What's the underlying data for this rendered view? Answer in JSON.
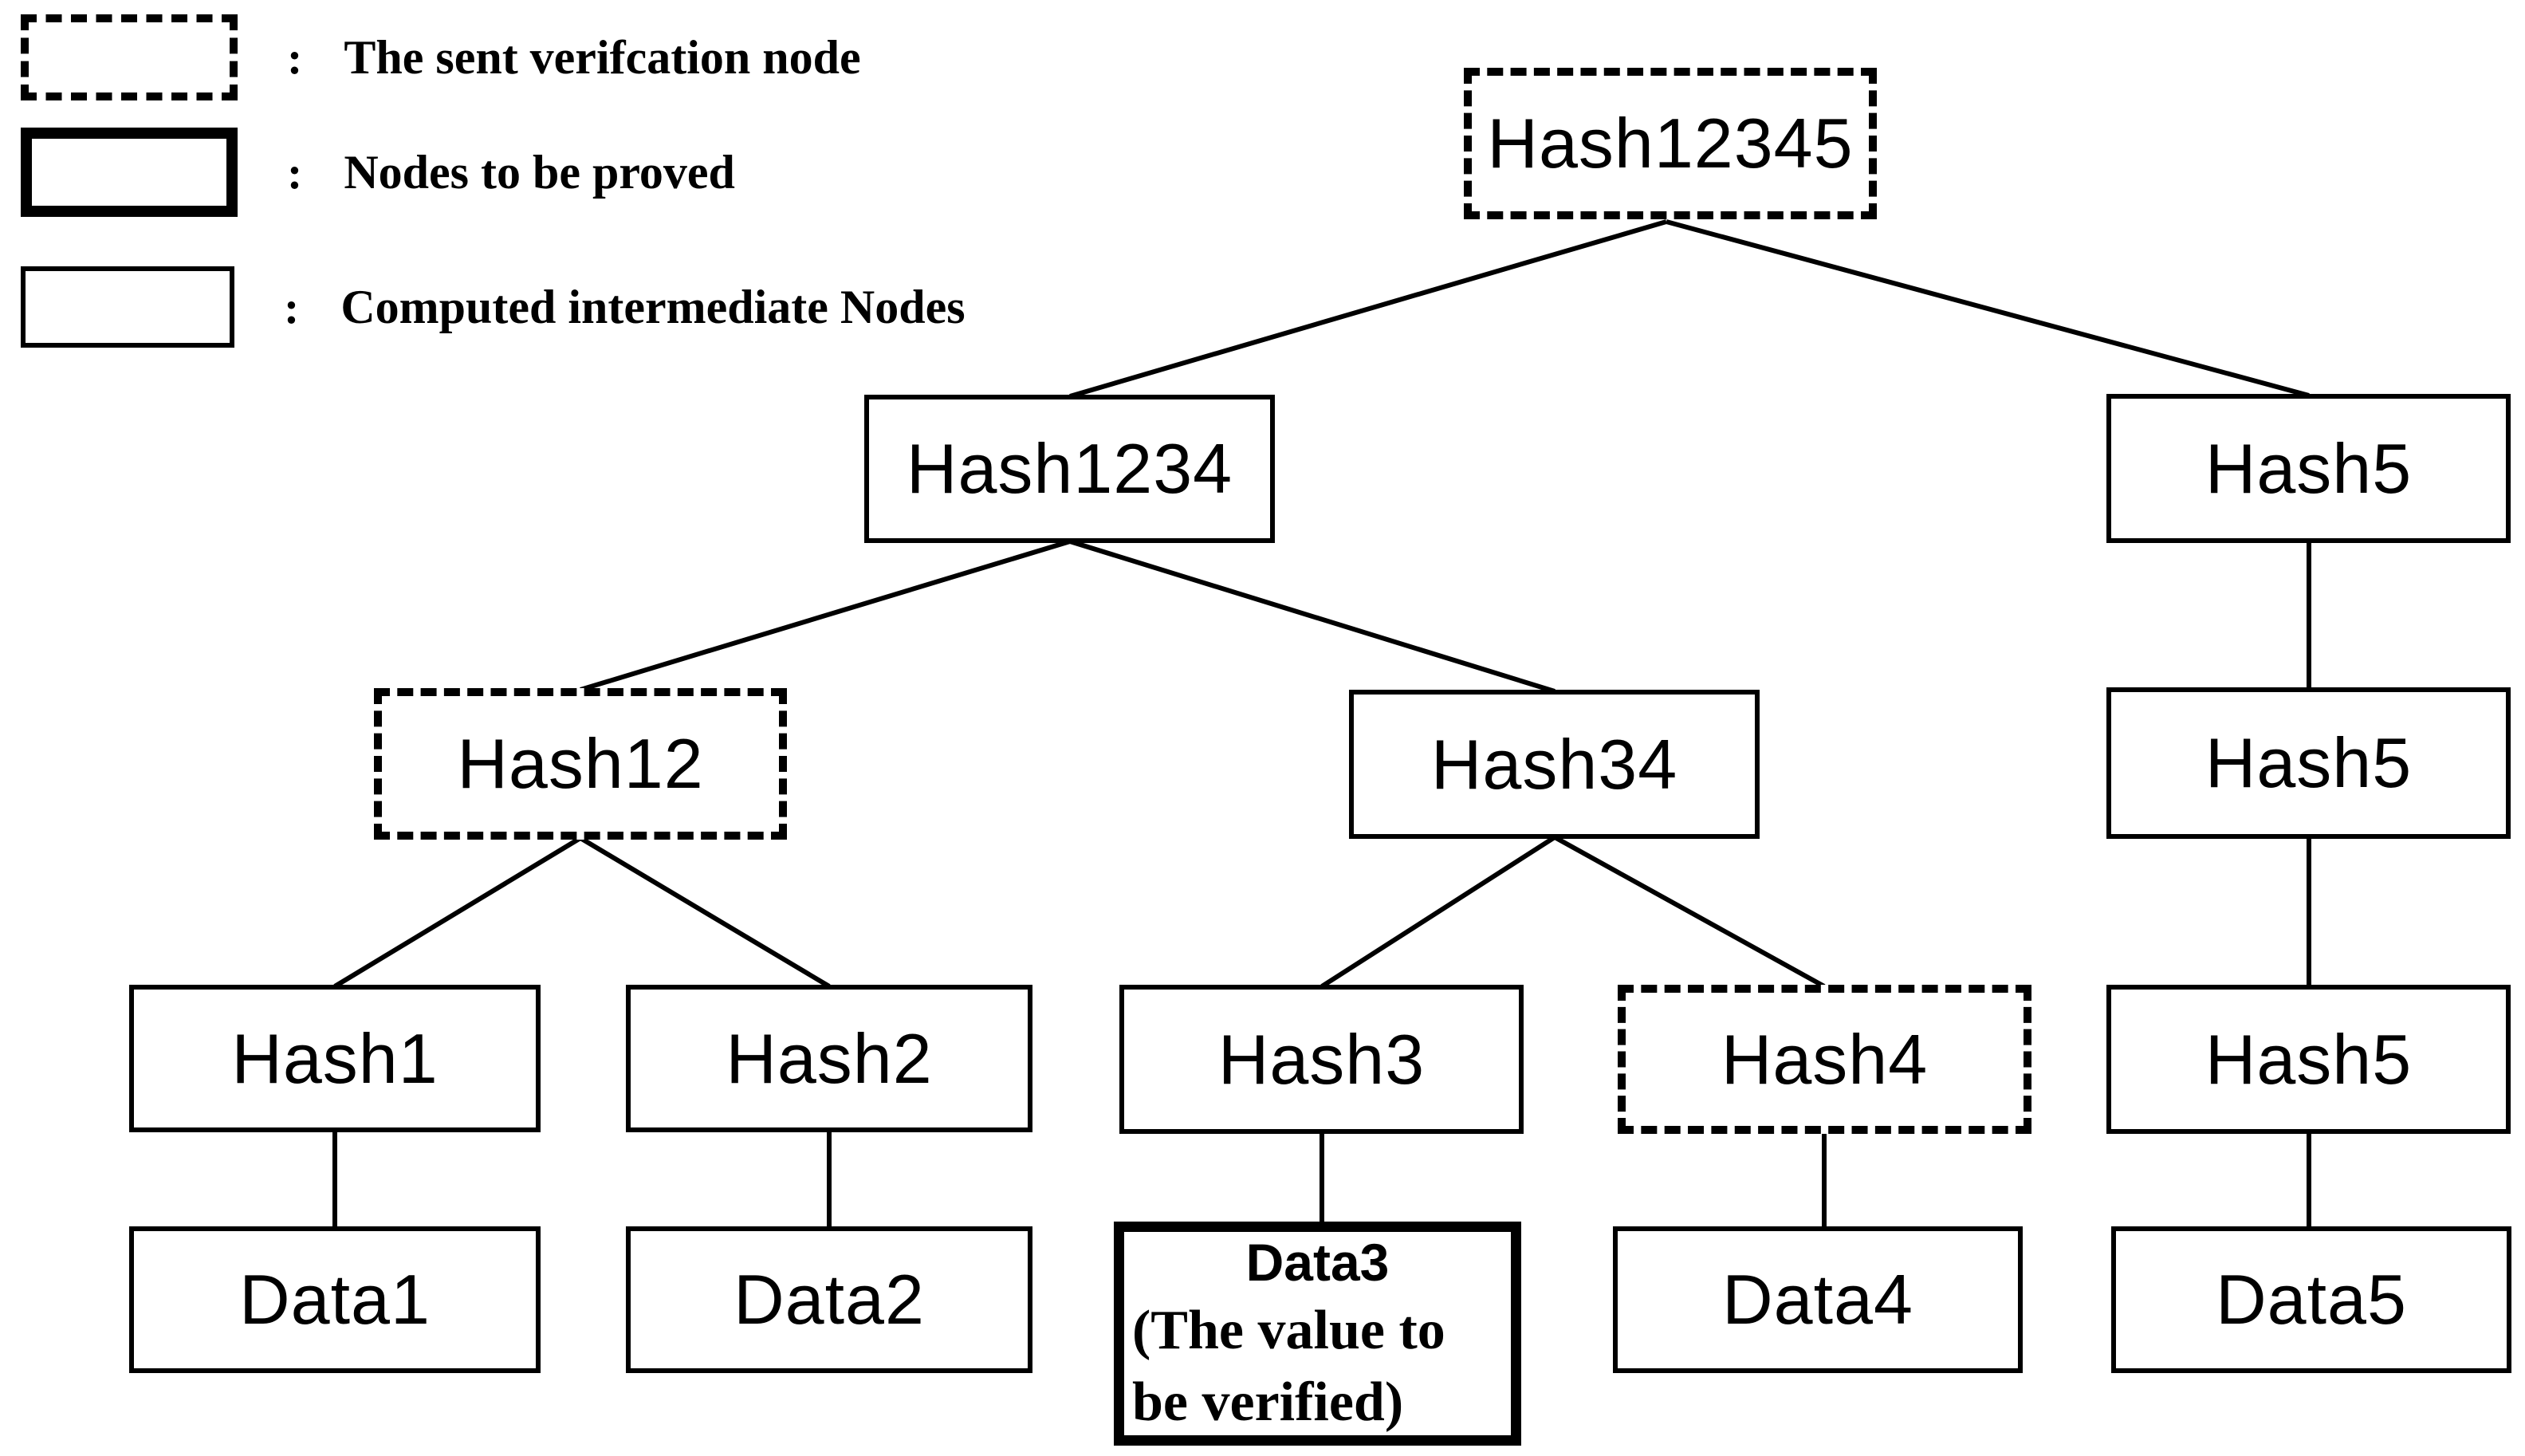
{
  "figure": {
    "background": "#ffffff",
    "ink": "#000000",
    "description": "Merkle hash tree verification diagram"
  },
  "legend": {
    "items": [
      {
        "swatch": "dashed",
        "separator": ":",
        "label": "The sent verifcation node"
      },
      {
        "swatch": "thick",
        "separator": ":",
        "label": "Nodes to be proved"
      },
      {
        "swatch": "thin",
        "separator": ":",
        "label": "Computed intermediate Nodes"
      }
    ]
  },
  "tree": {
    "nodes": [
      {
        "id": "hash12345",
        "label": "Hash12345",
        "style": "dashed"
      },
      {
        "id": "hash1234",
        "label": "Hash1234",
        "style": "thin"
      },
      {
        "id": "hash5-top",
        "label": "Hash5",
        "style": "thin"
      },
      {
        "id": "hash12",
        "label": "Hash12",
        "style": "dashed"
      },
      {
        "id": "hash34",
        "label": "Hash34",
        "style": "thin"
      },
      {
        "id": "hash5-mid",
        "label": "Hash5",
        "style": "thin"
      },
      {
        "id": "hash1",
        "label": "Hash1",
        "style": "thin"
      },
      {
        "id": "hash2",
        "label": "Hash2",
        "style": "thin"
      },
      {
        "id": "hash3",
        "label": "Hash3",
        "style": "thin"
      },
      {
        "id": "hash4",
        "label": "Hash4",
        "style": "dashed"
      },
      {
        "id": "hash5-bottom",
        "label": "Hash5",
        "style": "thin"
      },
      {
        "id": "data1",
        "label": "Data1",
        "style": "thin"
      },
      {
        "id": "data2",
        "label": "Data2",
        "style": "thin"
      },
      {
        "id": "data3",
        "label": "Data3",
        "style": "thick",
        "sublabel_lines": [
          "(The value to",
          "be verified)"
        ]
      },
      {
        "id": "data4",
        "label": "Data4",
        "style": "thin"
      },
      {
        "id": "data5",
        "label": "Data5",
        "style": "thin"
      }
    ],
    "edges": [
      [
        "hash12345",
        "hash1234"
      ],
      [
        "hash12345",
        "hash5-top"
      ],
      [
        "hash1234",
        "hash12"
      ],
      [
        "hash1234",
        "hash34"
      ],
      [
        "hash5-top",
        "hash5-mid"
      ],
      [
        "hash12",
        "hash1"
      ],
      [
        "hash12",
        "hash2"
      ],
      [
        "hash34",
        "hash3"
      ],
      [
        "hash34",
        "hash4"
      ],
      [
        "hash5-mid",
        "hash5-bottom"
      ],
      [
        "hash1",
        "data1"
      ],
      [
        "hash2",
        "data2"
      ],
      [
        "hash3",
        "data3"
      ],
      [
        "hash4",
        "data4"
      ],
      [
        "hash5-bottom",
        "data5"
      ]
    ]
  }
}
